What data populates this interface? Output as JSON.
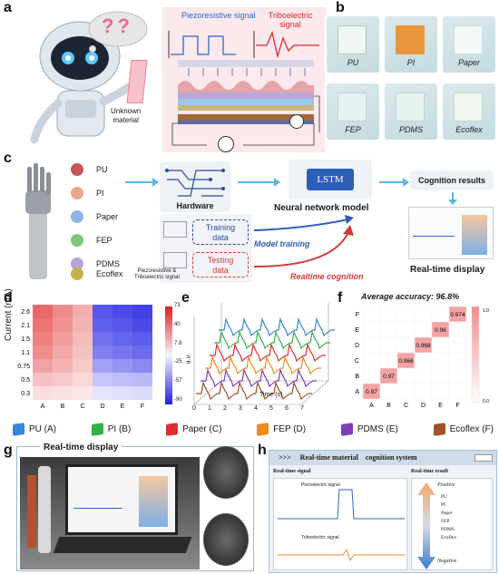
{
  "panels": {
    "a": "a",
    "b": "b",
    "c": "c",
    "d": "d",
    "e": "e",
    "f": "f",
    "g": "g",
    "h": "h"
  },
  "panel_a": {
    "piezo_label": "Piezoresistive signal",
    "tribo_label": "Triboelectric signal",
    "unknown_label": "Unknown\nmaterial",
    "question_marks": "??"
  },
  "panel_b": {
    "materials": [
      {
        "name": "PU",
        "color": "#dfeee9"
      },
      {
        "name": "PI",
        "color": "#e89a3a"
      },
      {
        "name": "Paper",
        "color": "#e9f2f2"
      },
      {
        "name": "FEP",
        "color": "#d6e8ea"
      },
      {
        "name": "PDMS",
        "color": "#d3e8e6"
      },
      {
        "name": "Ecoflex",
        "color": "#e3efe9"
      }
    ]
  },
  "panel_c": {
    "legend": [
      {
        "name": "PU",
        "color": "#c8545a"
      },
      {
        "name": "PI",
        "color": "#f0a58a"
      },
      {
        "name": "Paper",
        "color": "#8fb3e6"
      },
      {
        "name": "FEP",
        "color": "#7cc77a"
      },
      {
        "name": "PDMS",
        "color": "#b8a5d8"
      },
      {
        "name": "Ecoflex",
        "color": "#c6b24a"
      }
    ],
    "hardware": "Hardware",
    "training": "Training\ndata",
    "testing": "Testing\ndata",
    "signal_caption": "Piezoresistive &\nTriboelectric signal",
    "lstm": "LSTM",
    "nn_model": "Neural network model",
    "model_training": "Model training",
    "realtime_cognition": "Realtime cognition",
    "cognition_results": "Cognition results",
    "realtime_display": "Real-time display"
  },
  "panel_d": {
    "ylabel": "Current (mA)",
    "colorbar_ticks": [
      "73",
      "40",
      "7.8",
      "-25",
      "-57",
      "-90"
    ]
  },
  "panel_e": {
    "xlabel": "Time (s)",
    "ylabel": "a.u.",
    "ticks": [
      "0",
      "1",
      "2",
      "3",
      "4",
      "5",
      "6",
      "7"
    ]
  },
  "panel_f": {
    "title": "Average accuracy: 96.8%",
    "colorbar_ticks": [
      "1.0",
      "0.0"
    ]
  },
  "bottom_legend": [
    {
      "label": "PU (A)",
      "color": "#3a86d6"
    },
    {
      "label": "PI (B)",
      "color": "#36b04a"
    },
    {
      "label": "Paper (C)",
      "color": "#d93030"
    },
    {
      "label": "FEP (D)",
      "color": "#f08a1e"
    },
    {
      "label": "PDMS (E)",
      "color": "#7d3fb5"
    },
    {
      "label": "Ecoflex (F)",
      "color": "#a0522d"
    }
  ],
  "panel_g": {
    "title": "Real-time display"
  },
  "panel_h": {
    "title": ">>>     Real-time material    cognition system",
    "signal_header": "Real-time signal",
    "result_header": "Real-time result",
    "piezo_trace": "Piezoelectric signal",
    "tribo_trace": "Triboelectric signal",
    "positive": "Positive",
    "negative": "Negative",
    "result_list": [
      "PU",
      "PI",
      "Paper",
      "FEP",
      "PDMS",
      "Ecoflex"
    ]
  },
  "chart_data": [
    {
      "type": "heatmap",
      "id": "d",
      "ylabel": "Current (mA)",
      "xlabel": "",
      "x": [
        "A",
        "B",
        "C",
        "D",
        "E",
        "F"
      ],
      "y": [
        "2.6",
        "2.1",
        "1.5",
        "1.1",
        "0.75",
        "0.5",
        "0.3"
      ],
      "values": [
        [
          60,
          45,
          30,
          -75,
          -80,
          -85
        ],
        [
          55,
          42,
          28,
          -70,
          -75,
          -80
        ],
        [
          50,
          38,
          25,
          -62,
          -68,
          -72
        ],
        [
          45,
          33,
          22,
          -55,
          -60,
          -65
        ],
        [
          35,
          28,
          18,
          -40,
          -45,
          -50
        ],
        [
          22,
          18,
          12,
          -22,
          -25,
          -28
        ],
        [
          10,
          8,
          6,
          -8,
          -10,
          -12
        ]
      ],
      "colorbar_range": [
        -90,
        73
      ]
    },
    {
      "type": "heatmap",
      "id": "f",
      "title": "Average accuracy: 96.8%",
      "x": [
        "A",
        "B",
        "C",
        "D",
        "E",
        "F"
      ],
      "y": [
        "F",
        "E",
        "D",
        "C",
        "B",
        "A"
      ],
      "diagonal": [
        0.97,
        0.97,
        0.966,
        0.968,
        0.96,
        0.974
      ],
      "diagonal_labels": [
        "0.97",
        "0.97",
        "0.966",
        "0.968",
        "0.96",
        "0.974"
      ],
      "colorbar_range": [
        0.0,
        1.0
      ]
    }
  ]
}
